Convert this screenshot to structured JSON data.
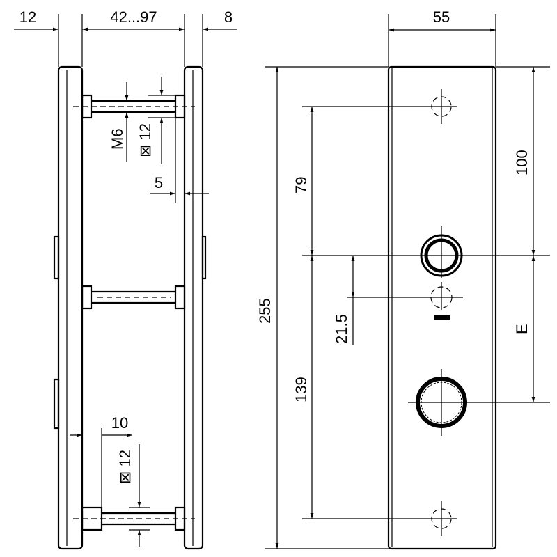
{
  "side_view": {
    "dim_left_plate": "12",
    "dim_door_thickness": "42...97",
    "dim_right_plate": "8",
    "dim_thread": "M6",
    "dim_square_top": "⊠ 12",
    "dim_offset": "5",
    "dim_bottom_offset": "10",
    "dim_square_bottom": "⊠ 12"
  },
  "front_view": {
    "dim_width": "55",
    "dim_height": "255",
    "dim_top_to_handle": "79",
    "dim_handle_to_bottom": "139",
    "dim_handle_to_key": "21.5",
    "dim_top_to_center": "100",
    "dim_backset": "E"
  }
}
